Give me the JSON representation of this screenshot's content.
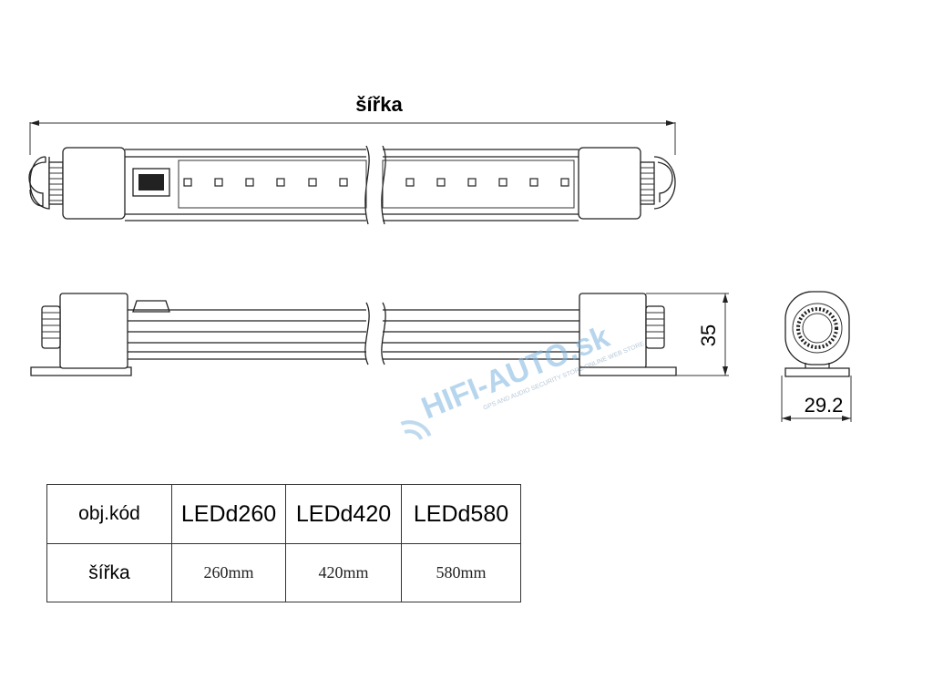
{
  "dimensions": {
    "width_label": "šířka",
    "height_label": "35",
    "depth_label": "29.2"
  },
  "watermark": {
    "brand": "HIFI-AUTO.sk",
    "tagline": "GPS AND AUDIO SECURITY STORE ONLINE WEB STORE"
  },
  "spec_table": {
    "row_headers": [
      "obj.kód",
      "šířka"
    ],
    "columns": [
      {
        "code": "LEDd260",
        "width": "260mm"
      },
      {
        "code": "LEDd420",
        "width": "420mm"
      },
      {
        "code": "LEDd580",
        "width": "580mm"
      }
    ]
  },
  "colors": {
    "line": "#222222",
    "watermark": "#7eb6e0"
  }
}
